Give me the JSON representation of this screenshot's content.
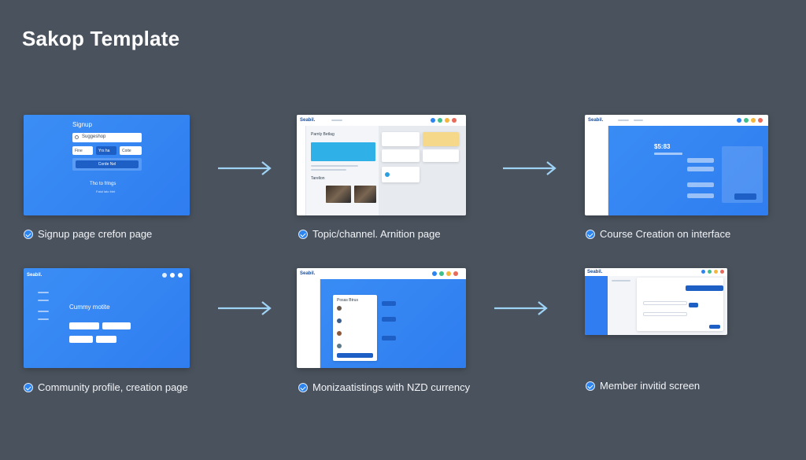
{
  "title": "Sakop Template",
  "colors": {
    "background": "#4a525d",
    "card_blue": "#3b8ef5",
    "arrow": "#9fd3f5",
    "caption_icon": "#2b84f0"
  },
  "cards": [
    {
      "id": "signup",
      "caption": "Signup page crefon page",
      "heading": "Signup",
      "input_value": "Suggeshop",
      "btn1": "Fine",
      "btn2": "Yrs ha",
      "btn3": "Coite",
      "submit": "Corde Nel",
      "footer": "Tho to frlngs",
      "footer_sub": "Fatul lato frlet"
    },
    {
      "id": "topic",
      "caption": "Topic/channel. Arnition page",
      "logo": "Seabil.",
      "section": "Parnly Betlag",
      "section2": "Tarelion"
    },
    {
      "id": "course",
      "caption": "Course Creation on interface",
      "logo": "Seabil.",
      "big_num": "$5:83"
    },
    {
      "id": "community",
      "caption": "Community profile, creation page",
      "logo": "Seabil.",
      "heading": "Cummy motite"
    },
    {
      "id": "monetization",
      "caption": "Monizaatistings with NZD currency",
      "logo": "Seabil.",
      "panel_title": "Posas Btrus"
    },
    {
      "id": "member",
      "caption": "Member invitid screen",
      "logo": "Seabil."
    }
  ],
  "icons": [
    "check-circle-icon",
    "arrow-right-icon"
  ]
}
